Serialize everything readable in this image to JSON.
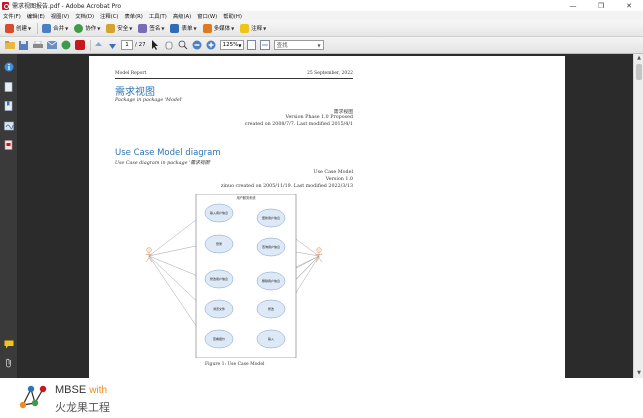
{
  "window": {
    "title": "需求视图报告.pdf - Adobe Acrobat Pro"
  },
  "menu": [
    "文件(F)",
    "编辑(E)",
    "视图(V)",
    "文档(D)",
    "注释(C)",
    "表单(R)",
    "工具(T)",
    "高级(A)",
    "窗口(W)",
    "帮助(H)"
  ],
  "task_toolbar": {
    "create": "创建",
    "combine": "合并",
    "collaborate": "协作",
    "secure": "安全",
    "sign": "签名",
    "forms": "表单",
    "multimedia": "多媒体",
    "comment": "注释"
  },
  "nav_toolbar": {
    "page_current": "1",
    "page_total": "/ 27",
    "zoom": "125%",
    "search_placeholder": "查找"
  },
  "document": {
    "header_left": "Model Report",
    "header_right": "25 September, 2022",
    "section1": {
      "title": "需求视图",
      "subtitle": "Package in package 'Model'",
      "meta_name": "需求视图",
      "meta_version": "Version Phase 1.0 Proposed",
      "meta_dates": "created on 2008/7/7.  Last modified 2015/4/1"
    },
    "section2": {
      "title": "Use Case Model diagram",
      "subtitle": "Use Case diagram in package '需求视图'",
      "meta_name": "Use Case Model",
      "meta_version": "Version 1.0",
      "meta_dates": "zinuo created on 2005/11/19.  Last modified 2022/3/13"
    },
    "diagram": {
      "boundary_label": "用户服务系统",
      "left_use_cases": [
        "输入用户信息",
        "登录",
        "修改用户信息",
        "浏览文件",
        "查看报价"
      ],
      "right_use_cases": [
        "更新用户信息",
        "查询用户信息",
        "删除用户信息",
        "修改",
        "输入"
      ]
    },
    "figure_caption": "Figure 1:  Use Case Model"
  },
  "brand": {
    "name": "MBSE",
    "with": "with",
    "cn": "火龙果工程"
  },
  "colors": {
    "heading_blue": "#2e74b5",
    "acrobat_red": "#c8171e",
    "brand_orange": "#f08a24"
  }
}
